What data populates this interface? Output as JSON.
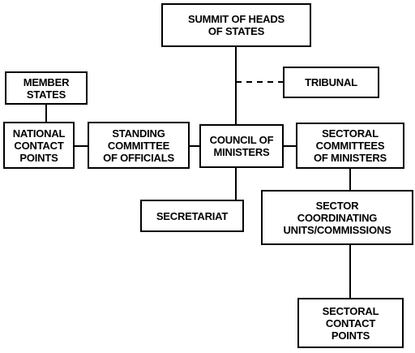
{
  "org_chart": {
    "summit": "SUMMIT OF HEADS\nOF STATES",
    "tribunal": "TRIBUNAL",
    "member_states": "MEMBER\nSTATES",
    "national_contact_points": "NATIONAL\nCONTACT\nPOINTS",
    "standing_committee": "STANDING\nCOMMITTEE\nOF OFFICIALS",
    "council": "COUNCIL OF\nMINISTERS",
    "sectoral_committees": "SECTORAL\nCOMMITTEES\nOF MINISTERS",
    "secretariat": "SECRETARIAT",
    "sector_coordinating": "SECTOR\nCOORDINATING\nUNITS/COMMISSIONS",
    "sectoral_contact_points": "SECTORAL\nCONTACT\nPOINTS"
  },
  "colors": {
    "line": "#000000",
    "box_fill": "#ffffff"
  }
}
